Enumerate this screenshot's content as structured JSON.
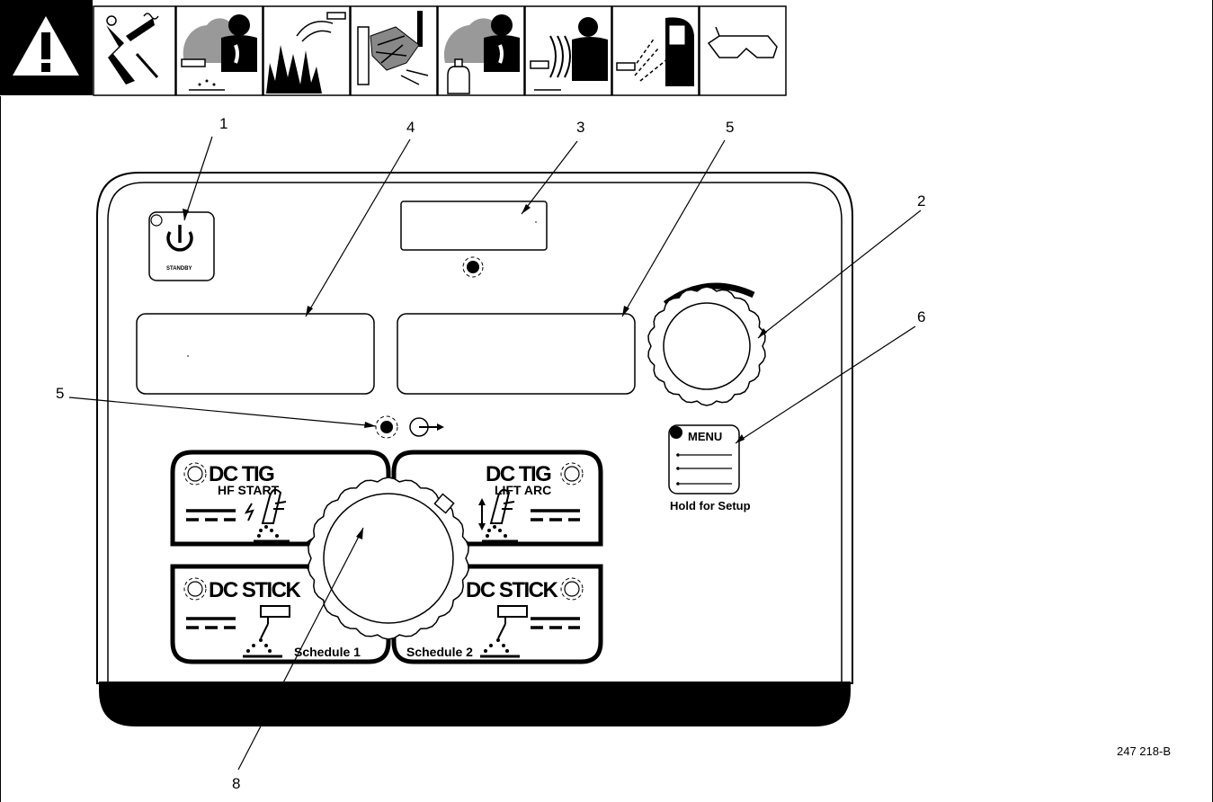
{
  "safety_icons": [
    "warning-triangle-icon",
    "electric-shock-icon",
    "fumes-icon",
    "explosion-icon",
    "cylinder-hazard-icon",
    "shielding-gas-icon",
    "noise-rays-icon",
    "arc-rays-icon",
    "safety-glasses-icon"
  ],
  "callouts": {
    "c1": "1",
    "c2": "2",
    "c3": "3",
    "c4": "4",
    "c5_top": "5",
    "c5_left": "5",
    "c6": "6",
    "c8": "8"
  },
  "panel": {
    "standby_label": "STANDBY",
    "menu_label": "MENU",
    "hold_label": "Hold for Setup",
    "modes": {
      "tig_hf": {
        "title": "DC TIG",
        "subtitle": "HF START"
      },
      "tig_lift": {
        "title": "DC TIG",
        "subtitle": "LIFT ARC"
      },
      "stick_1": {
        "title": "DC STICK",
        "schedule": "Schedule 1"
      },
      "stick_2": {
        "title": "DC STICK",
        "schedule": "Schedule 2"
      }
    }
  },
  "doc_ref": "247 218-B"
}
